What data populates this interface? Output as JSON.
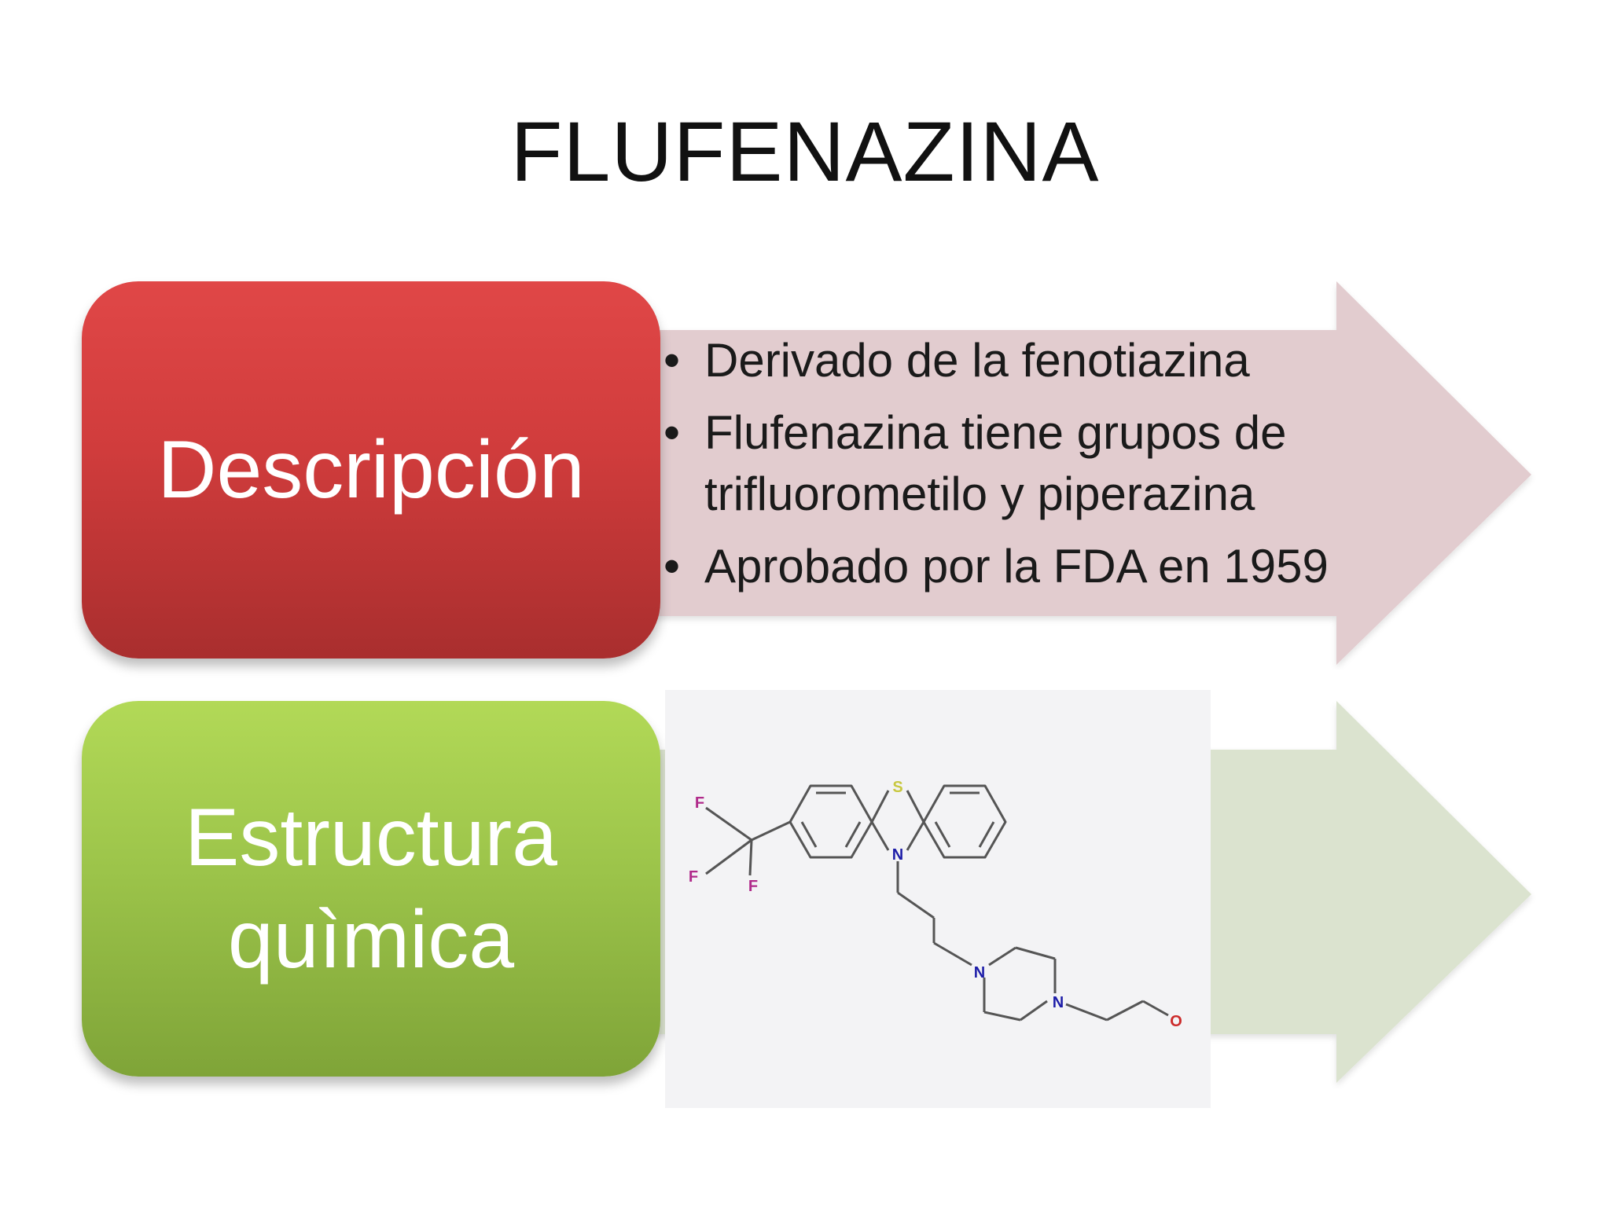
{
  "slide": {
    "title": "FLUFENAZINA",
    "description_label": "Descripción",
    "structure_label_line1": "Estructura",
    "structure_label_line2": "quìmica",
    "bullets": [
      {
        "bullet": "•",
        "text": "Derivado de la fenotiazina"
      },
      {
        "bullet": "•",
        "text": "Flufenazina tiene grupos de trifluorometilo y piperazina"
      },
      {
        "bullet": "•",
        "text": "Aprobado por la FDA en 1959"
      }
    ]
  },
  "molecule": {
    "atom_S": "S",
    "atom_N1": "N",
    "atom_N2": "N",
    "atom_N3": "N",
    "atom_O": "O",
    "atom_F1": "F",
    "atom_F2": "F",
    "atom_F3": "F"
  },
  "colors": {
    "red_box": "#d03c3c",
    "green_box": "#9cc44a",
    "red_arrow": "#e2cccf",
    "green_arrow": "#dbe3cf"
  }
}
